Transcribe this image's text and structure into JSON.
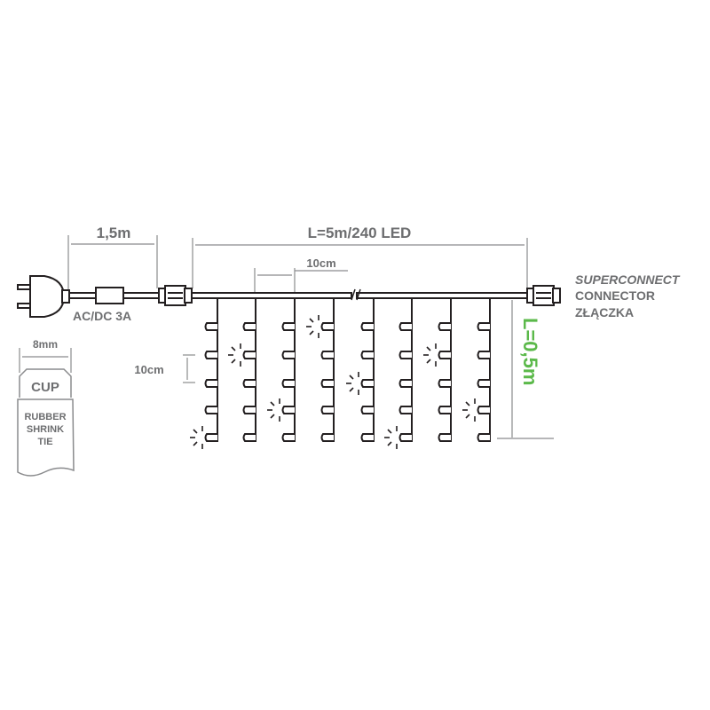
{
  "labels": {
    "cord_length": "1,5m",
    "total_length": "L=5m/240 LED",
    "spacing_horizontal": "10cm",
    "spacing_vertical": "10cm",
    "power": "AC/DC 3A",
    "drop_length": "L=0,5m",
    "connector_line1": "SUPERCONNECT",
    "connector_line2": "CONNECTOR",
    "connector_line3": "ZŁĄCZKA",
    "cup_width": "8mm",
    "cup": "CUP",
    "rubber_line1": "RUBBER",
    "rubber_line2": "SHRINK",
    "rubber_line3": "TIE"
  },
  "colors": {
    "accent": "#5bb94a",
    "text": "#6d6e70",
    "line": "#231f20"
  },
  "grid": {
    "drops": 8,
    "leds_per_drop_visible": 5,
    "lit": [
      [
        0,
        4
      ],
      [
        1,
        1
      ],
      [
        2,
        3
      ],
      [
        3,
        0
      ],
      [
        4,
        2
      ],
      [
        5,
        4
      ],
      [
        6,
        1
      ],
      [
        7,
        3
      ]
    ]
  }
}
